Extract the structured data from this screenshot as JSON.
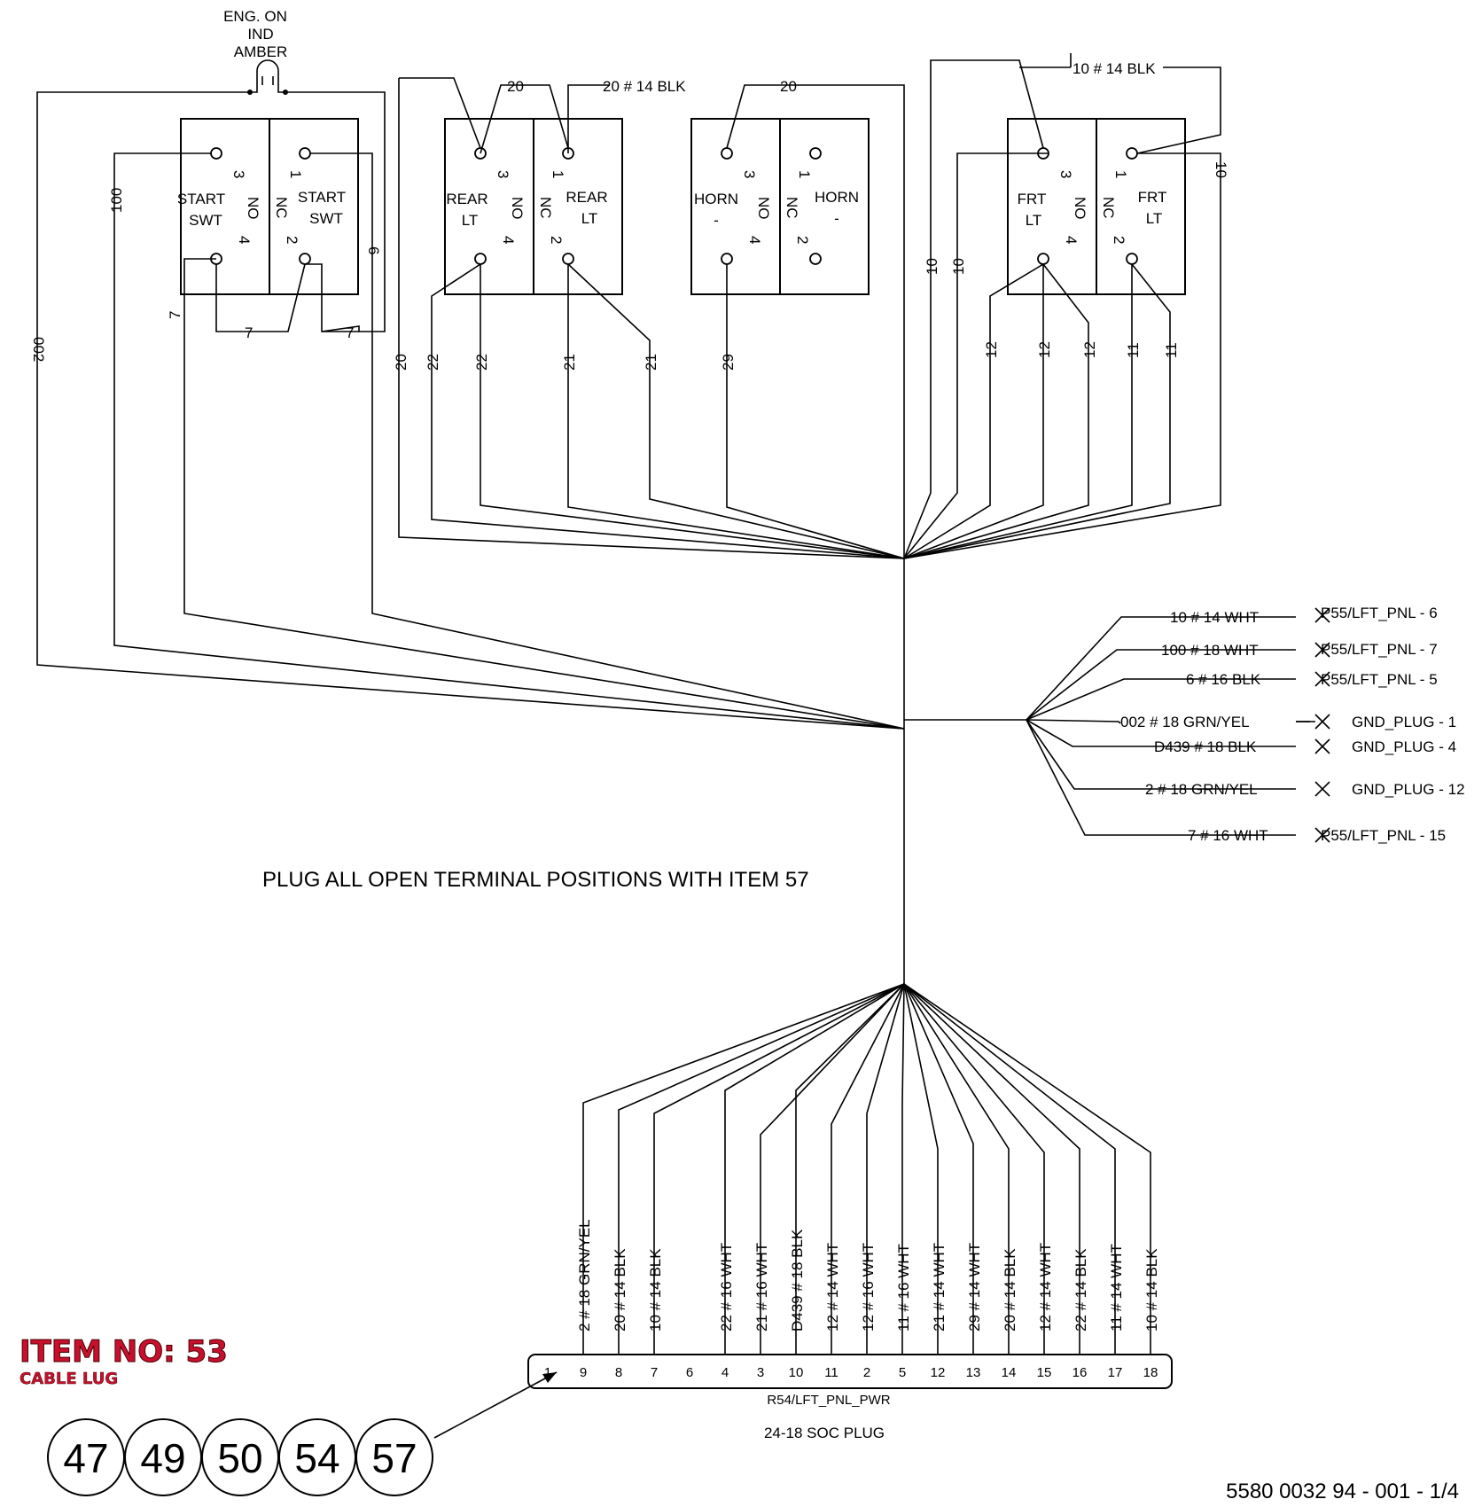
{
  "indicator": {
    "line1": "ENG. ON",
    "line2": "IND",
    "line3": "AMBER"
  },
  "switches": {
    "start": {
      "left_label_1": "START",
      "left_label_2": "SWT",
      "right_label_1": "START",
      "right_label_2": "SWT",
      "no": "NO",
      "nc": "NC",
      "t1": "1",
      "t2": "2",
      "t3": "3",
      "t4": "4"
    },
    "rear": {
      "left_label_1": "REAR",
      "left_label_2": "LT",
      "right_label_1": "REAR",
      "right_label_2": "LT",
      "no": "NO",
      "nc": "NC",
      "t1": "1",
      "t2": "2",
      "t3": "3",
      "t4": "4"
    },
    "horn": {
      "left_label_1": "HORN",
      "left_label_2": "-",
      "right_label_1": "HORN",
      "right_label_2": "-",
      "no": "NO",
      "nc": "NC",
      "t1": "1",
      "t2": "2",
      "t3": "3",
      "t4": "4"
    },
    "frt": {
      "left_label_1": "FRT",
      "left_label_2": "LT",
      "right_label_1": "FRT",
      "right_label_2": "LT",
      "no": "NO",
      "nc": "NC",
      "t1": "1",
      "t2": "2",
      "t3": "3",
      "t4": "4"
    }
  },
  "wire_labels": {
    "w20a": "20",
    "w20b": "20  #  14    BLK",
    "w20c": "20",
    "w10top": "10  #  14    BLK",
    "w100": "100",
    "w002": "002",
    "w7a": "7",
    "w7b": "7",
    "w7c": "7",
    "w6": "6",
    "w20d": "20",
    "w22a": "22",
    "w22b": "22",
    "w21a": "21",
    "w21b": "21",
    "w29": "29",
    "w10a": "10",
    "w10b": "10",
    "w10c": "10",
    "w12a": "12",
    "w12b": "12",
    "w12c": "12",
    "w11a": "11",
    "w11b": "11"
  },
  "branch": [
    {
      "wire": "10  #  14    WHT",
      "dest": "P55/LFT_PNL  -  6"
    },
    {
      "wire": "100  #  18    WHT",
      "dest": "P55/LFT_PNL  -  7"
    },
    {
      "wire": "6  #  16    BLK",
      "dest": "P55/LFT_PNL  -  5"
    },
    {
      "wire": "002  #  18    GRN/YEL",
      "dest": "GND_PLUG - 1"
    },
    {
      "wire": "D439  #  18    BLK",
      "dest": "GND_PLUG - 4"
    },
    {
      "wire": "2  #  18    GRN/YEL",
      "dest": "GND_PLUG - 12"
    },
    {
      "wire": "7  #  16    WHT",
      "dest": "P55/LFT_PNL - 15"
    }
  ],
  "note": "PLUG ALL OPEN TERMINAL POSITIONS WITH ITEM 57",
  "plug_wires": [
    "2  #  18    GRN/YEL",
    "20  #  14    BLK",
    "10  #  14    BLK",
    "22  #  16    WHT",
    "21  #  16    WHT",
    "D439  #  18    BLK",
    "12  #  14    WHT",
    "12  #  16    WHT",
    "11  #  16    WHT",
    "21  #  14    WHT",
    "29  #  14    WHT",
    "20  #  14    BLK",
    "12  #  14    WHT",
    "22  #  14    BLK",
    "11  #  14    WHT",
    "10  #  14    BLK"
  ],
  "connector": {
    "pins": [
      "1",
      "9",
      "8",
      "7",
      "6",
      "4",
      "3",
      "10",
      "11",
      "2",
      "5",
      "12",
      "13",
      "14",
      "15",
      "16",
      "17",
      "18"
    ],
    "name": "R54/LFT_PNL_PWR",
    "type": "24-18 SOC PLUG"
  },
  "item": {
    "title": "ITEM NO: 53",
    "subtitle": "CABLE LUG"
  },
  "bubbles": [
    "47",
    "49",
    "50",
    "54",
    "57"
  ],
  "doc_number": "5580 0032 94 - 001 - 1/4"
}
